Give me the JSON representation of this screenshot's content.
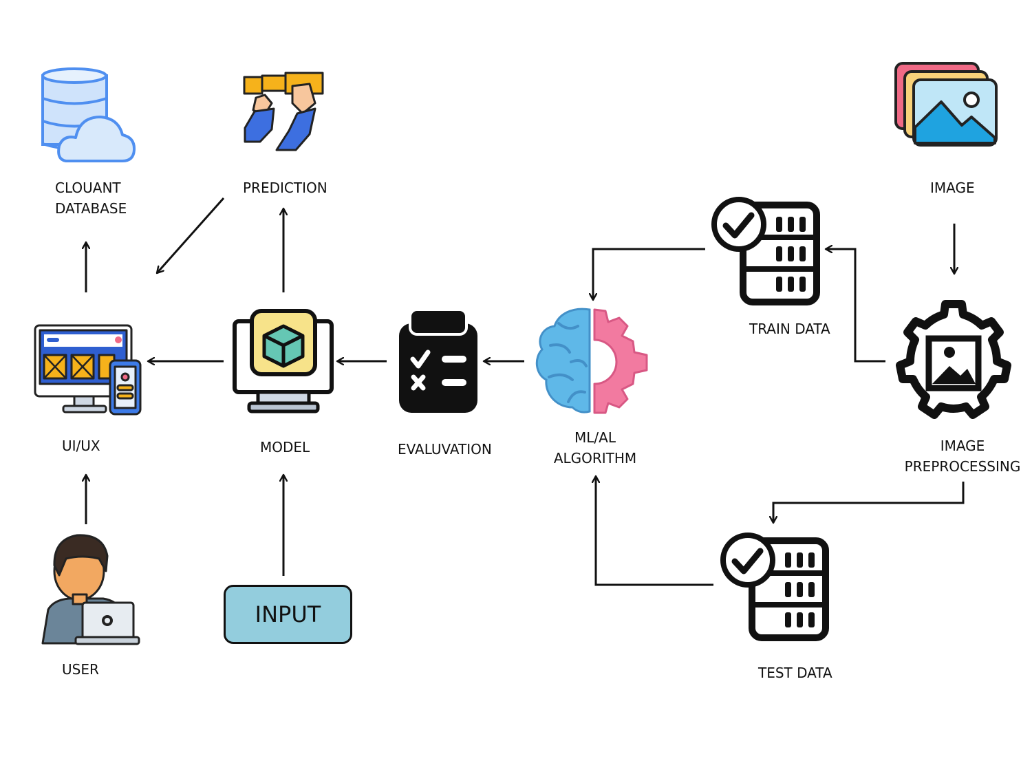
{
  "nodes": {
    "cloudant_database": {
      "line1": "CLOUANT",
      "line2": "DATABASE",
      "icon": "database-cloud-icon"
    },
    "prediction": {
      "label": "PREDICTION",
      "icon": "telescope-hands-icon"
    },
    "image": {
      "label": "IMAGE",
      "icon": "image-stack-icon"
    },
    "train_data": {
      "label": "TRAIN DATA",
      "icon": "server-check-icon"
    },
    "ui_ux": {
      "label": "UI/UX",
      "icon": "ui-ux-monitor-icon"
    },
    "model": {
      "label": "MODEL",
      "icon": "monitor-cube-icon"
    },
    "evaluation": {
      "label": "EVALUVATION",
      "icon": "clipboard-checklist-icon"
    },
    "ml_algorithm": {
      "line1": "ML/AL",
      "line2": "ALGORITHM",
      "icon": "brain-gear-icon"
    },
    "image_preprocessing": {
      "line1": "IMAGE",
      "line2": "PREPROCESSING",
      "icon": "gear-image-icon"
    },
    "user": {
      "label": "USER",
      "icon": "user-laptop-icon"
    },
    "input": {
      "label": "INPUT"
    },
    "test_data": {
      "label": "TEST DATA",
      "icon": "server-check-icon"
    }
  },
  "colors": {
    "input_fill": "#93cddd",
    "line": "#111111",
    "brain_blue": "#5fb8e8",
    "gear_pink": "#f27aa0",
    "image_sky": "#bfe6f7",
    "image_blue": "#1fa3e0",
    "prediction_orange": "#f6b21b",
    "prediction_blue": "#3d6fe0",
    "database_blue": "#4f8ff0"
  }
}
